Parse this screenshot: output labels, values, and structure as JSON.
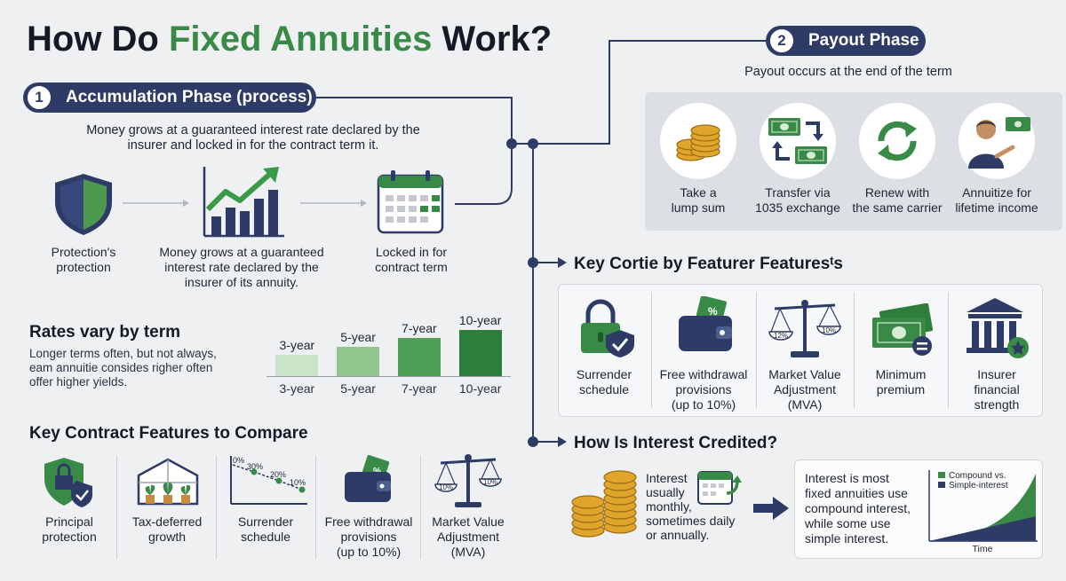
{
  "title": {
    "part1": "How Do ",
    "accent": "Fixed Annuities",
    "part2": " Work?"
  },
  "accumulation": {
    "number": "1",
    "label": "Accumulation Phase (process)",
    "desc_line1": "Money grows at a guaranteed interest rate declared by the",
    "desc_line2": "insurer and locked in for the contract term it.",
    "steps": [
      {
        "l1": "Protection's",
        "l2": "protection",
        "l3": ""
      },
      {
        "l1": "Money grows at a guaranteed",
        "l2": "interest rate declared by the",
        "l3": "insurer of its annuity."
      },
      {
        "l1": "Locked in for",
        "l2": "contract term",
        "l3": ""
      }
    ]
  },
  "rates": {
    "heading": "Rates vary by term",
    "desc_line1": "Longer terms often, but not always,",
    "desc_line2": "eam annuitie consides righer often",
    "desc_line3": "offer higher yields."
  },
  "chart_data": {
    "type": "bar",
    "categories": [
      "3-year",
      "5-year",
      "7-year",
      "10-year"
    ],
    "values": [
      1,
      2,
      3,
      4
    ],
    "colors": [
      "#c9e4c8",
      "#8fc78e",
      "#4e9e56",
      "#2f7d3a"
    ],
    "title": "Rates vary by term",
    "xlabel": "",
    "ylabel": ""
  },
  "features_left": {
    "heading": "Key Contract Features to Compare",
    "items": [
      {
        "l1": "Principal",
        "l2": "protection",
        "l3": ""
      },
      {
        "l1": "Tax-deferred",
        "l2": "growth",
        "l3": ""
      },
      {
        "l1": "Surrender",
        "l2": "schedule",
        "l3": ""
      },
      {
        "l1": "Free withdrawal",
        "l2": "provisions",
        "l3": "(up to 10%)"
      },
      {
        "l1": "Market Value",
        "l2": "Adjustment",
        "l3": "(MVA)"
      }
    ],
    "surrender_labels": [
      "0%",
      "30%",
      "20%",
      "10%"
    ],
    "mva_labels": [
      "10%",
      "10%"
    ]
  },
  "payout": {
    "number": "2",
    "label": "Payout Phase",
    "desc": "Payout occurs at the end of the term",
    "options": [
      {
        "l1": "Take a",
        "l2": "lump sum"
      },
      {
        "l1": "Transfer via",
        "l2": "1035 exchange"
      },
      {
        "l1": "Renew with",
        "l2": "the same carrier"
      },
      {
        "l1": "Annuitize for",
        "l2": "lifetime income"
      }
    ]
  },
  "features_right": {
    "heading": "Key Cortie by Featurer Featuresᵗs",
    "items": [
      {
        "l1": "Surrender",
        "l2": "schedule",
        "l3": ""
      },
      {
        "l1": "Free withdrawal",
        "l2": "provisions",
        "l3": "(up to 10%)"
      },
      {
        "l1": "Market Value",
        "l2": "Adjustment",
        "l3": "(MVA)"
      },
      {
        "l1": "Minimum",
        "l2": "premium",
        "l3": ""
      },
      {
        "l1": "Insurer",
        "l2": "financial",
        "l3": "strength"
      }
    ],
    "mva_labels": [
      "12%",
      "10%"
    ]
  },
  "interest": {
    "heading": "How Is Interest Credited?",
    "left_l1": "Interest",
    "left_l2": "usually",
    "left_l3": "monthly,",
    "left_l4": "sometimes daily",
    "left_l5": "or annually.",
    "right_l1": "Interest is  most",
    "right_l2": "fixed annuities use",
    "right_l3": "compound interest,",
    "right_l4": "while some use",
    "right_l5": "simple interest.",
    "legend_compound": "Compound vs.",
    "legend_simple": "Simple-interest",
    "axis_label": "Time"
  },
  "colors": {
    "navy": "#2d3b66",
    "green": "#3a8a47",
    "gold": "#e0a52a"
  }
}
